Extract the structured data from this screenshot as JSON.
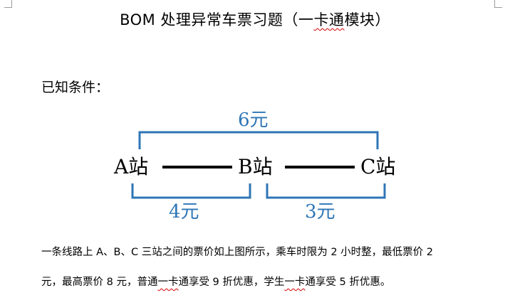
{
  "title": {
    "prefix": "BOM 处理异常车票习题（一",
    "squiggle": "卡通",
    "suffix": "模块）"
  },
  "known_label": "已知条件：",
  "diagram": {
    "stations": [
      "A站",
      "B站",
      "C站"
    ],
    "fares": {
      "a_to_c": "6元",
      "a_to_b": "4元",
      "b_to_c": "3元"
    },
    "bracket_color": "#2e75b6"
  },
  "paragraph": {
    "line1": "一条线路上 A、B、C 三站之间的票价如上图所示，乘车时限为 2 小时整，最低票价 2",
    "line2_a": "元，最高票价 8 元，普通",
    "line2_squiggle_1": "一卡",
    "line2_b": "通享受 9 折优惠，学生",
    "line2_squiggle_2": "一卡",
    "line2_c": "通享受 5 折优惠。"
  }
}
